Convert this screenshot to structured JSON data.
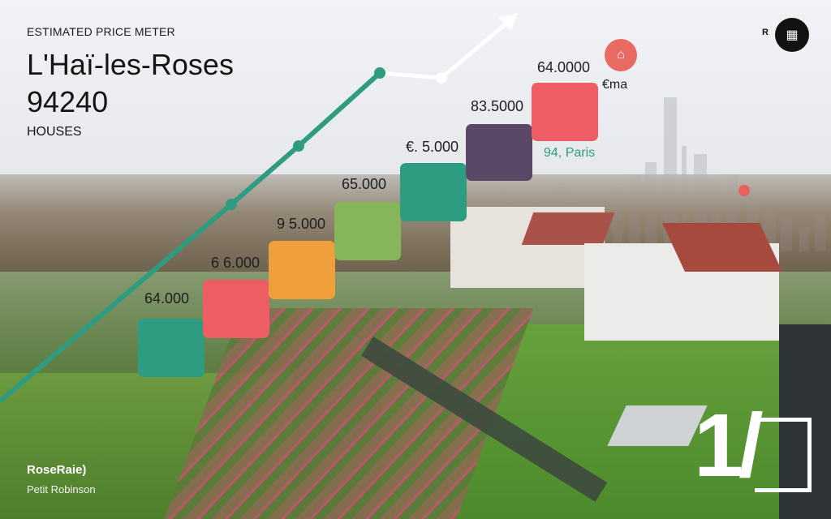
{
  "header": {
    "caption": "ESTIMATED PRICE METER",
    "town": "L'Haï-les-Roses",
    "postcode": "94240",
    "property_type": "HOUSES"
  },
  "steps": [
    {
      "label": "64.000",
      "color": "#2e9c80"
    },
    {
      "label": "6 6.000",
      "color": "#ee5d63"
    },
    {
      "label": "9 5.000",
      "color": "#f0a03b"
    },
    {
      "label": "65.000",
      "color": "#86b55a"
    },
    {
      "label": "€. 5.000",
      "color": "#2e9c80"
    },
    {
      "label": "83.5000",
      "color": "#5a4866"
    },
    {
      "label": "64.0000",
      "color": "#ee5d63"
    }
  ],
  "notes": {
    "currency": "€ma",
    "region": "94, Paris"
  },
  "trend": {
    "color": "#2e9c80",
    "arrow_color": "#ffffff"
  },
  "icons": {
    "home_pin": "home-icon",
    "corner_badge": "map-icon",
    "top_letter": "R"
  },
  "footer": {
    "brand": "RoseRaie)",
    "author": "Petit Robinson",
    "big_number": "1/"
  }
}
